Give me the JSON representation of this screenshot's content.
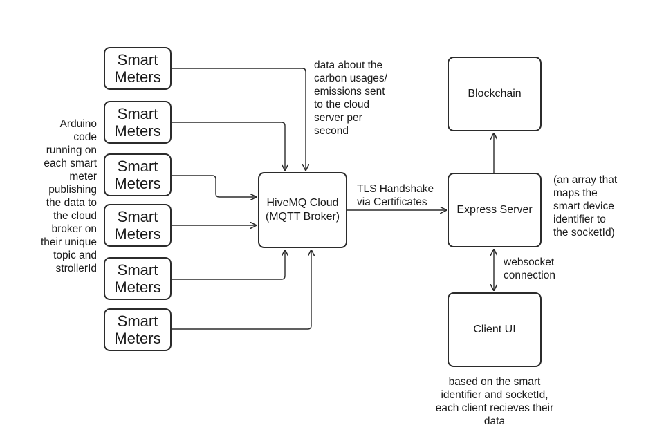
{
  "meters": [
    {
      "line1": "Smart",
      "line2": "Meters"
    },
    {
      "line1": "Smart",
      "line2": "Meters"
    },
    {
      "line1": "Smart",
      "line2": "Meters"
    },
    {
      "line1": "Smart",
      "line2": "Meters"
    },
    {
      "line1": "Smart",
      "line2": "Meters"
    },
    {
      "line1": "Smart",
      "line2": "Meters"
    }
  ],
  "broker": {
    "line1": "HiveMQ Cloud",
    "line2": "(MQTT Broker)"
  },
  "server": {
    "label": "Express Server"
  },
  "blockchain": {
    "label": "Blockchain"
  },
  "client": {
    "label": "Client UI"
  },
  "notes": {
    "data_sent": [
      "data about the",
      "carbon usages/",
      "emissions sent",
      "to the cloud",
      "server per",
      "second"
    ],
    "arduino": [
      "Arduino",
      "code",
      "running on",
      "each smart",
      "meter",
      "publishing",
      "the data to",
      "the cloud",
      "broker on",
      "their unique",
      "topic and",
      "strollerId"
    ],
    "tls": [
      "TLS Handshake",
      "via Certificates"
    ],
    "array": [
      "(an array that",
      "maps the",
      "smart device",
      "identifier to",
      "the socketId)"
    ],
    "websocket": [
      "websocket",
      "connection"
    ],
    "client_data": [
      "based on the smart",
      "identifier and socketId,",
      "each client recieves their",
      "data"
    ]
  }
}
